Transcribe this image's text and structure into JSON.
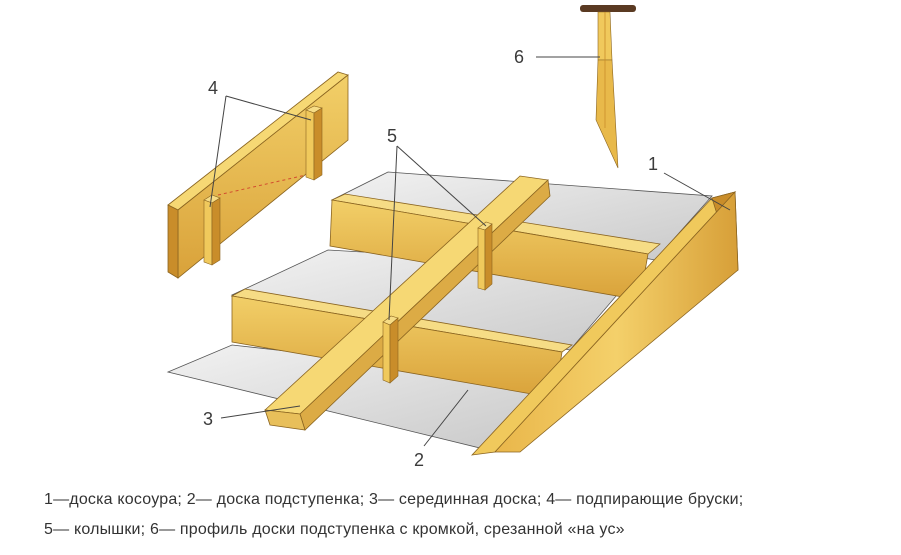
{
  "labels": {
    "l1": "1",
    "l2": "2",
    "l3": "3",
    "l4": "4",
    "l5": "5",
    "l6": "6"
  },
  "caption": {
    "line1": "1—доска косоура; 2— доска подступенка; 3— серединная доска; 4— подпирающие бруски;",
    "line2": "5— колышки; 6— профиль доски подступенка с кромкой, срезанной «на ус»"
  },
  "colors": {
    "wood_light": "#f4d36a",
    "wood_mid": "#e8b94a",
    "wood_dark": "#c98d2a",
    "step_gray": "#d9d9d9",
    "nail_head": "#5a3a22"
  }
}
